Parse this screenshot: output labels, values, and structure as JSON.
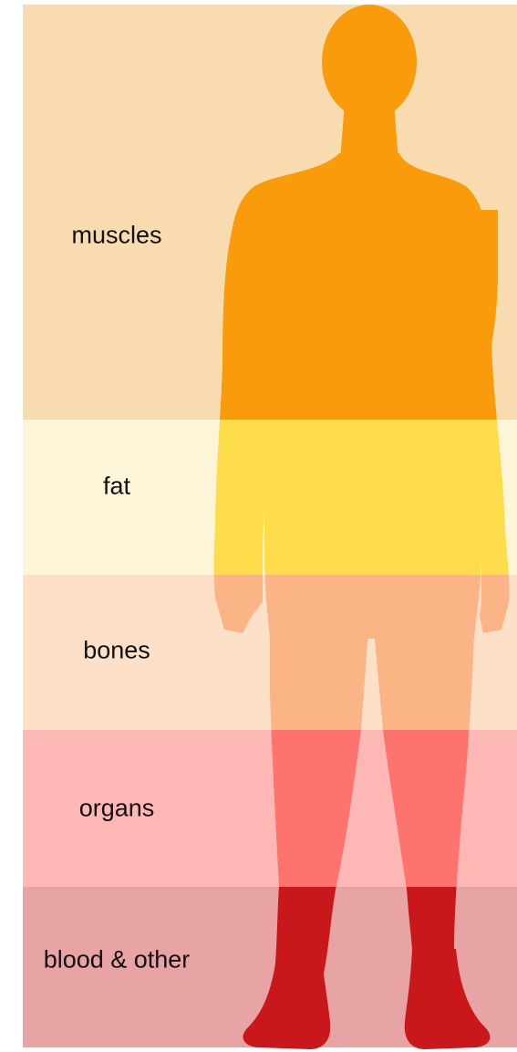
{
  "bands": [
    {
      "label": "muscles",
      "bg_color": "#f9dbb0",
      "body_color": "#f99b0a"
    },
    {
      "label": "fat",
      "bg_color": "#fdf5d8",
      "body_color": "#fddd4b"
    },
    {
      "label": "bones",
      "bg_color": "#fde0c8",
      "body_color": "#fbb485"
    },
    {
      "label": "organs",
      "bg_color": "#fdb8b6",
      "body_color": "#fd736d"
    },
    {
      "label": "blood & other",
      "bg_color": "#e8a4a4",
      "body_color": "#c9181b"
    }
  ]
}
